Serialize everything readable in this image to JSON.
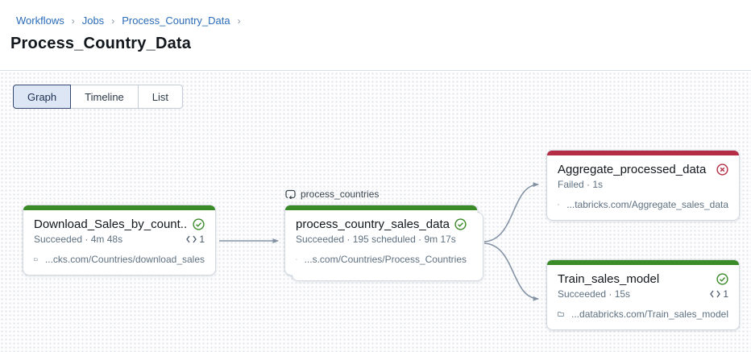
{
  "breadcrumb": {
    "separator": "›",
    "items": [
      "Workflows",
      "Jobs",
      "Process_Country_Data"
    ]
  },
  "page": {
    "title": "Process_Country_Data"
  },
  "tabs": [
    {
      "label": "Graph",
      "selected": true
    },
    {
      "label": "Timeline",
      "selected": false
    },
    {
      "label": "List",
      "selected": false
    }
  ],
  "graph": {
    "loop_label": "process_countries",
    "nodes": [
      {
        "title": "Download_Sales_by_count...",
        "state": "success",
        "meta": "Succeeded · 4m 48s",
        "code_badge": "1",
        "path": "...cks.com/Countries/download_sales"
      },
      {
        "title": "process_country_sales_data",
        "state": "success",
        "meta": "Succeeded · 195 scheduled · 9m 17s",
        "path": "...s.com/Countries/Process_Countries"
      },
      {
        "title": "Aggregate_processed_data",
        "state": "failed",
        "meta": "Failed · 1s",
        "path": "...tabricks.com/Aggregate_sales_data"
      },
      {
        "title": "Train_sales_model",
        "state": "success",
        "meta": "Succeeded · 15s",
        "code_badge": "1",
        "path": "...databricks.com/Train_sales_model"
      }
    ]
  },
  "colors": {
    "success_green": "#3a8a28",
    "failed_red": "#b52d44",
    "link_blue": "#2b6cb8",
    "edge_gray": "#8593a5"
  }
}
